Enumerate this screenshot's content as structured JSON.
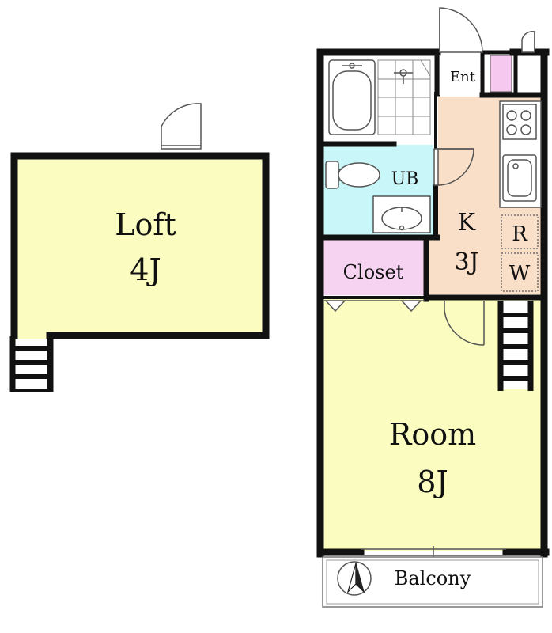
{
  "rooms": {
    "loft": {
      "name": "Loft",
      "size": "4J"
    },
    "room": {
      "name": "Room",
      "size": "8J"
    },
    "kitchen": {
      "name": "K",
      "size": "3J"
    },
    "unit_bath": {
      "name": "UB"
    },
    "closet": {
      "name": "Closet"
    },
    "entrance": {
      "name": "Ent"
    },
    "balcony": {
      "name": "Balcony"
    }
  },
  "fridge_space": {
    "top": "R",
    "bottom": "W"
  },
  "colors": {
    "wall": "#111111",
    "room_floor": "#fafcc0",
    "kitchen_floor": "#f9dfc8",
    "bath_floor": "#c9f6f8",
    "closet_floor": "#f6d3f1",
    "shoe_box": "#f6c8f0"
  },
  "icons": {
    "compass": "north-compass-icon",
    "ladder": "ladder-icon",
    "stove": "stove-icon",
    "sink": "sink-icon",
    "bathtub": "bathtub-icon",
    "toilet": "toilet-icon",
    "washbasin": "washbasin-icon"
  }
}
